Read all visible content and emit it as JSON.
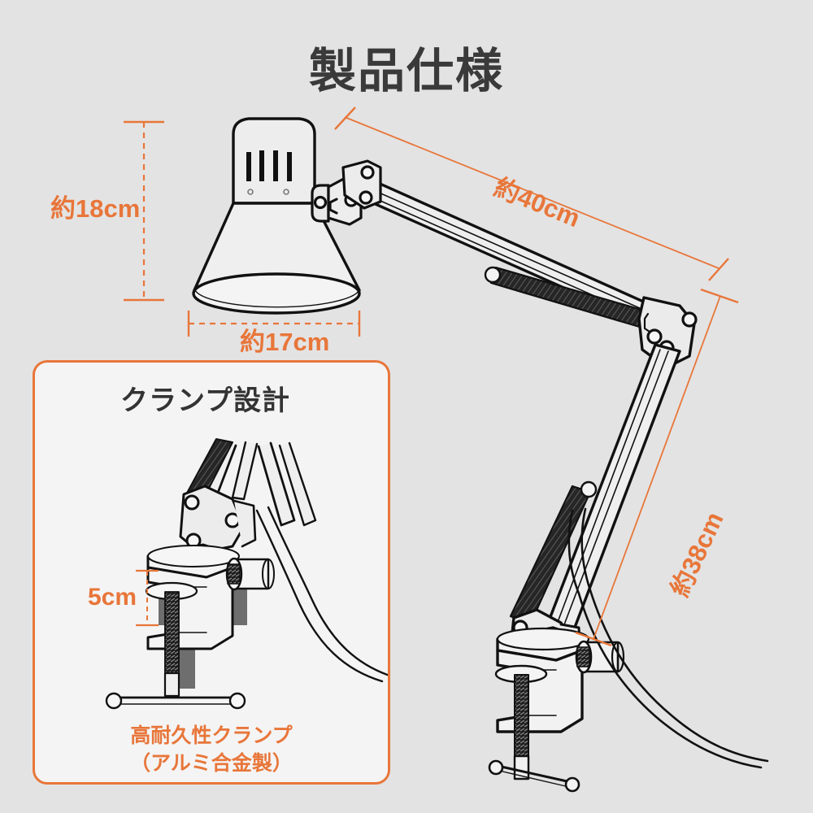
{
  "page": {
    "title": "製品仕様",
    "background_color": "#e3e3e3",
    "accent_color": "#e8763a",
    "ink_color": "#1a1a1a",
    "title_color": "#3a3a3a"
  },
  "dimensions": {
    "shade_height": "約18cm",
    "shade_width": "約17cm",
    "upper_arm": "約40cm",
    "lower_arm": "約38cm",
    "clamp_opening": "5cm"
  },
  "inset": {
    "title": "クランプ設計",
    "caption_line1": "高耐久性クランプ",
    "caption_line2": "（アルミ合金製）",
    "border_color": "#e8763a",
    "background_color": "#f4f4f4"
  },
  "illustration": {
    "product": "swing-arm-clamp-desk-lamp",
    "parts": [
      "lamp-shade",
      "vent-slots",
      "head-pivot-joint",
      "upper-arm",
      "upper-arm-spring",
      "elbow-joint",
      "lower-arm",
      "lower-arm-spring",
      "base-pivot",
      "c-clamp",
      "clamp-screw",
      "clamp-t-handle",
      "thumb-knob",
      "power-cord"
    ]
  }
}
